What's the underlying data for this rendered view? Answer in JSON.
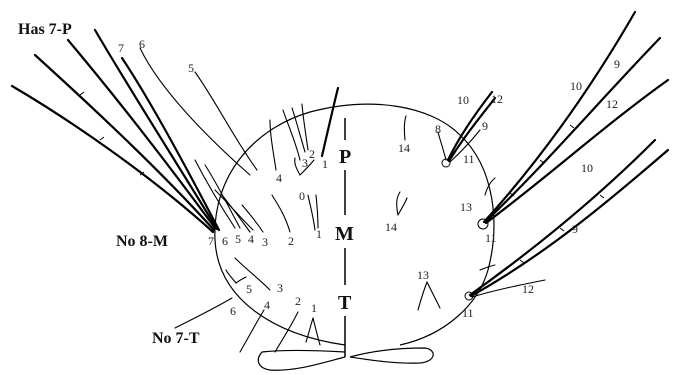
{
  "notes": {
    "has_7p": "Has 7-P",
    "no_8m": "No 8-M",
    "no_7t": "No 7-T"
  },
  "segments": {
    "p": "P",
    "m": "M",
    "t": "T"
  },
  "labels": {
    "l_left_7": "7",
    "l_left_6": "6",
    "l_left_5": "5",
    "l_p4": "4",
    "l_p3": "3",
    "l_p2": "2",
    "l_p1": "1",
    "l_p0": "0",
    "l_m7": "7",
    "l_m6": "6",
    "l_m5": "5",
    "l_m4": "4",
    "l_m3": "3",
    "l_m2": "2",
    "l_m1": "1",
    "l_t5": "5",
    "l_t3": "3",
    "l_t6": "6",
    "l_t4": "4",
    "l_t2": "2",
    "l_t1": "1",
    "l_r14a": "14",
    "l_r10a": "10",
    "l_r12a": "12",
    "l_r8": "8",
    "l_r9a": "9",
    "l_r11a": "11",
    "l_r14b": "14",
    "l_r13a": "13",
    "l_r11b": "11",
    "l_r13b": "13",
    "l_r11c": "11",
    "l_fr9a": "9",
    "l_fr10a": "10",
    "l_fr12": "12",
    "l_fr10b": "10",
    "l_fr9b": "9",
    "l_fr12b": "12"
  }
}
